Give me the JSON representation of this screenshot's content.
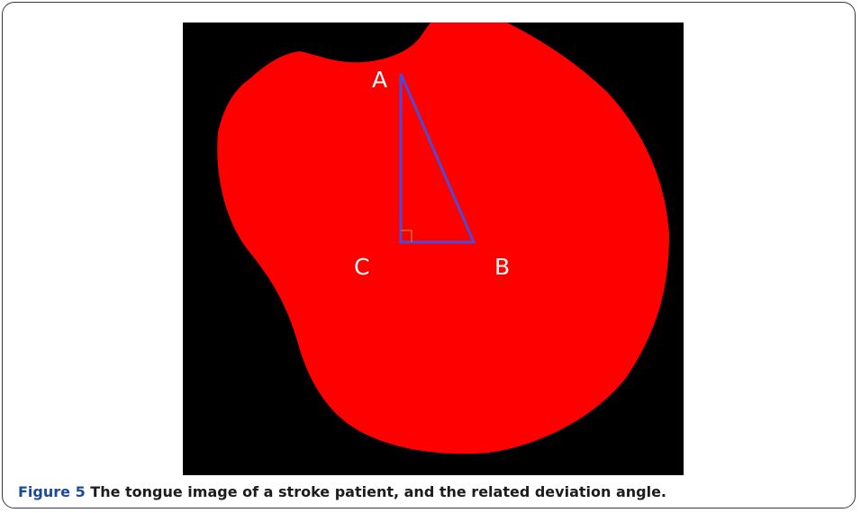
{
  "figure": {
    "label": "Figure 5",
    "caption": "The tongue image of a stroke patient, and the related deviation angle.",
    "points": {
      "a": "A",
      "b": "B",
      "c": "C"
    },
    "colors": {
      "background": "#000000",
      "tongue": "#ff0000",
      "triangle": "#4b4bd8",
      "right_angle_mark": "#b08a3a",
      "labels": "#ffffff",
      "caption_label": "#1c4a9a"
    }
  }
}
